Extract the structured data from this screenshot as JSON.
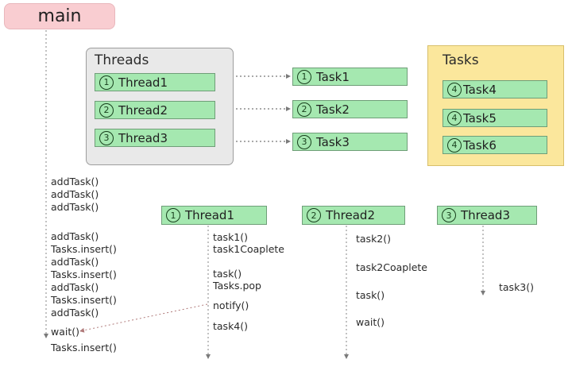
{
  "diagram": {
    "title_box": {
      "label": "main"
    },
    "threads_panel": {
      "title": "Threads",
      "items": [
        {
          "num": "1",
          "label": "Thread1"
        },
        {
          "num": "2",
          "label": "Thread2"
        },
        {
          "num": "3",
          "label": "Thread3"
        }
      ]
    },
    "task_boxes": [
      {
        "num": "1",
        "label": "Task1"
      },
      {
        "num": "2",
        "label": "Task2"
      },
      {
        "num": "3",
        "label": "Task3"
      }
    ],
    "tasks_panel": {
      "title": "Tasks",
      "items": [
        {
          "num": "4",
          "label": "Task4"
        },
        {
          "num": "5",
          "label": "Task5"
        },
        {
          "num": "6",
          "label": "Task6"
        }
      ]
    },
    "lanes": [
      {
        "num": "1",
        "label": "Thread1",
        "calls": [
          "task1()",
          "task1Coaplete",
          "task()",
          "Tasks.pop",
          "notify()",
          "task4()"
        ]
      },
      {
        "num": "2",
        "label": "Thread2",
        "calls": [
          "task2()",
          "task2Coaplete",
          "task()",
          "wait()"
        ]
      },
      {
        "num": "3",
        "label": "Thread3",
        "calls": [
          "task3()"
        ]
      }
    ],
    "main_lane": {
      "calls": [
        "addTask()",
        "addTask()",
        "addTask()",
        "addTask()",
        "Tasks.insert()",
        "addTask()",
        "Tasks.insert()",
        "addTask()",
        "Tasks.insert()",
        "addTask()",
        "wait()",
        "Tasks.insert()"
      ]
    },
    "colors": {
      "main_fill": "#f9cdd1",
      "threads_panel_fill": "#e9e9e9",
      "tasks_panel_fill": "#fbe79c",
      "item_fill": "#a5e8b0",
      "item_border": "#6f9e78",
      "lifeline": "#9a9a9a",
      "notify_arrow": "#b07a7a"
    }
  }
}
